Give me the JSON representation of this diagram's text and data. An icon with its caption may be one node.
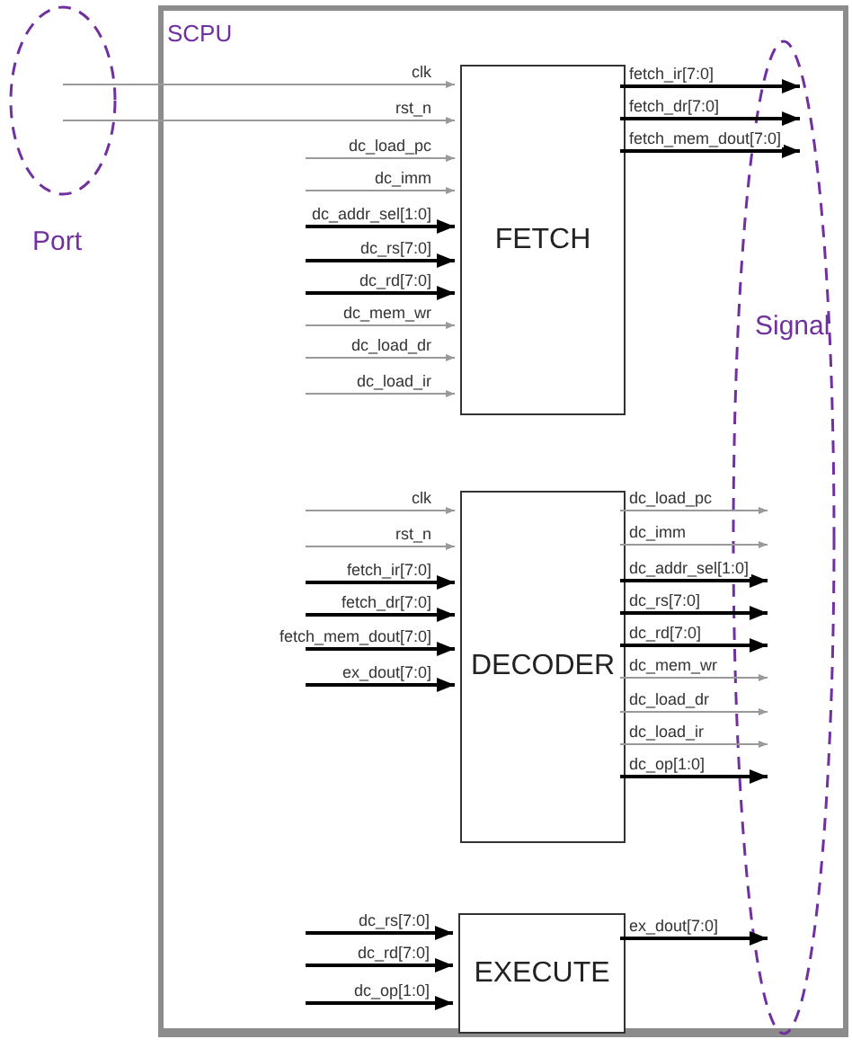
{
  "diagram": {
    "nodes": [
      {
        "text": [
          "SCPU"
        ]
      },
      {
        "text": [
          "FETCH"
        ],
        "in": 0
      },
      {
        "text": [
          "DECODER"
        ],
        "in": 0
      },
      {
        "text": [
          "EXECUTE"
        ],
        "in": 0
      },
      {
        "text": [
          "Port"
        ]
      },
      {
        "text": [
          "Signal"
        ],
        "in": 0
      }
    ],
    "edges": [
      {
        "from": 4,
        "to": 1,
        "arrow": "to",
        "label": "clk",
        "color": "#999999"
      },
      {
        "from": 4,
        "to": 1,
        "arrow": "to",
        "label": "rst_n",
        "color": "#999999"
      },
      {
        "from": null,
        "to": 1,
        "arrow": "to",
        "label": "dc_load_pc",
        "color": "#999999"
      },
      {
        "from": null,
        "to": 1,
        "arrow": "to",
        "label": "dc_imm",
        "color": "#999999"
      },
      {
        "from": null,
        "to": 1,
        "arrow": "to",
        "label": "dc_addr_sel[1:0]"
      },
      {
        "from": null,
        "to": 1,
        "arrow": "to",
        "label": "dc_rs[7:0]"
      },
      {
        "from": null,
        "to": 1,
        "arrow": "to",
        "label": "dc_rd[7:0]"
      },
      {
        "from": null,
        "to": 1,
        "arrow": "to",
        "label": "dc_mem_wr",
        "color": "#999999"
      },
      {
        "from": null,
        "to": 1,
        "arrow": "to",
        "label": "dc_load_dr",
        "color": "#999999"
      },
      {
        "from": null,
        "to": 1,
        "arrow": "to",
        "label": "dc_load_ir",
        "color": "#999999"
      },
      {
        "from": 1,
        "to": 5,
        "arrow": "to",
        "label": "fetch_ir[7:0]"
      },
      {
        "from": 1,
        "to": 5,
        "arrow": "to",
        "label": "fetch_dr[7:0]"
      },
      {
        "from": 1,
        "to": 5,
        "arrow": "to",
        "label": "fetch_mem_dout[7:0]"
      },
      {
        "from": null,
        "to": 2,
        "arrow": "to",
        "label": "clk",
        "color": "#999999"
      },
      {
        "from": null,
        "to": 2,
        "arrow": "to",
        "label": "rst_n",
        "color": "#999999"
      },
      {
        "from": null,
        "to": 2,
        "arrow": "to",
        "label": "fetch_ir[7:0]"
      },
      {
        "from": null,
        "to": 2,
        "arrow": "to",
        "label": "fetch_dr[7:0]"
      },
      {
        "from": null,
        "to": 2,
        "arrow": "to",
        "label": "fetch_mem_dout[7:0]"
      },
      {
        "from": null,
        "to": 2,
        "arrow": "to",
        "label": "ex_dout[7:0]"
      },
      {
        "from": 2,
        "to": 5,
        "arrow": "to",
        "label": "dc_load_pc",
        "color": "#999999"
      },
      {
        "from": 2,
        "to": 5,
        "arrow": "to",
        "label": "dc_imm",
        "color": "#999999"
      },
      {
        "from": 2,
        "to": 5,
        "arrow": "to",
        "label": "dc_addr_sel[1:0]"
      },
      {
        "from": 2,
        "to": 5,
        "arrow": "to",
        "label": "dc_rs[7:0]"
      },
      {
        "from": 2,
        "to": 5,
        "arrow": "to",
        "label": "dc_rd[7:0]"
      },
      {
        "from": 2,
        "to": 5,
        "arrow": "to",
        "label": "dc_mem_wr",
        "color": "#999999"
      },
      {
        "from": 2,
        "to": 5,
        "arrow": "to",
        "label": "dc_load_dr",
        "color": "#999999"
      },
      {
        "from": 2,
        "to": 5,
        "arrow": "to",
        "label": "dc_load_ir",
        "color": "#999999"
      },
      {
        "from": 2,
        "to": 5,
        "arrow": "to",
        "label": "dc_op[1:0]"
      },
      {
        "from": null,
        "to": 3,
        "arrow": "to",
        "label": "dc_rs[7:0]"
      },
      {
        "from": null,
        "to": 3,
        "arrow": "to",
        "label": "dc_rd[7:0]"
      },
      {
        "from": null,
        "to": 3,
        "arrow": "to",
        "label": "dc_op[1:0]"
      },
      {
        "from": 3,
        "to": 5,
        "arrow": "to",
        "label": "ex_dout[7:0]"
      }
    ]
  }
}
